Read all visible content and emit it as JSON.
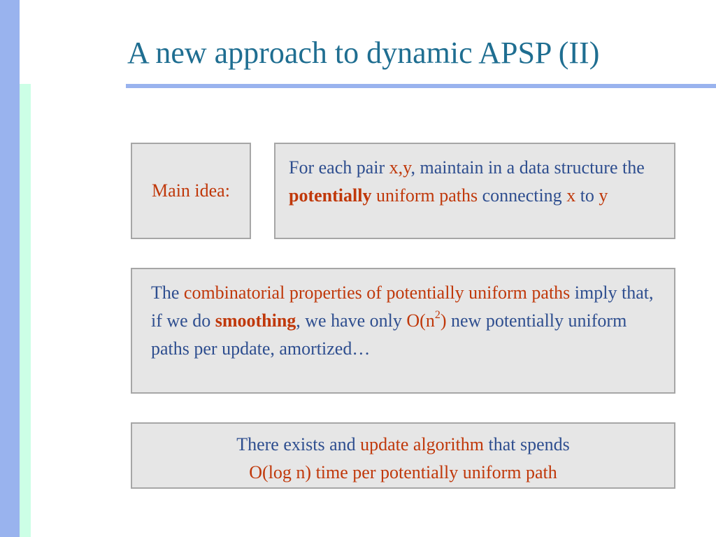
{
  "slide": {
    "title": "A new approach to dynamic APSP (II)"
  },
  "main_idea": {
    "label": "Main idea:"
  },
  "idea_body": {
    "t1": "For each pair ",
    "t2": "x,y",
    "t3": ", maintain in a data structure the ",
    "t4": "potentially",
    "t5": " uniform paths",
    "t6": " connecting ",
    "t7": "x",
    "t8": " to ",
    "t9": "y"
  },
  "properties": {
    "t1": "The ",
    "t2": "combinatorial properties of potentially uniform paths",
    "t3": " imply that, if we do ",
    "t4": "smoothing",
    "t5": ", we have only ",
    "t6": "O(n",
    "t6_sup": "2",
    "t6_end": ")",
    "t7": " new potentially uniform paths per update, amortized…"
  },
  "update": {
    "t1": "There exists and ",
    "t2": "update algorithm",
    "t3": " that spends",
    "t4": "O(log n) time per potentially uniform path"
  },
  "colors": {
    "title": "#1f6e91",
    "body_text": "#2e4e8f",
    "highlight_red": "#c0380a",
    "box_fill": "#e6e6e6",
    "box_border": "#a6a6a6",
    "bar_blue": "#99b3ee",
    "bar_green": "#ccffe6"
  }
}
